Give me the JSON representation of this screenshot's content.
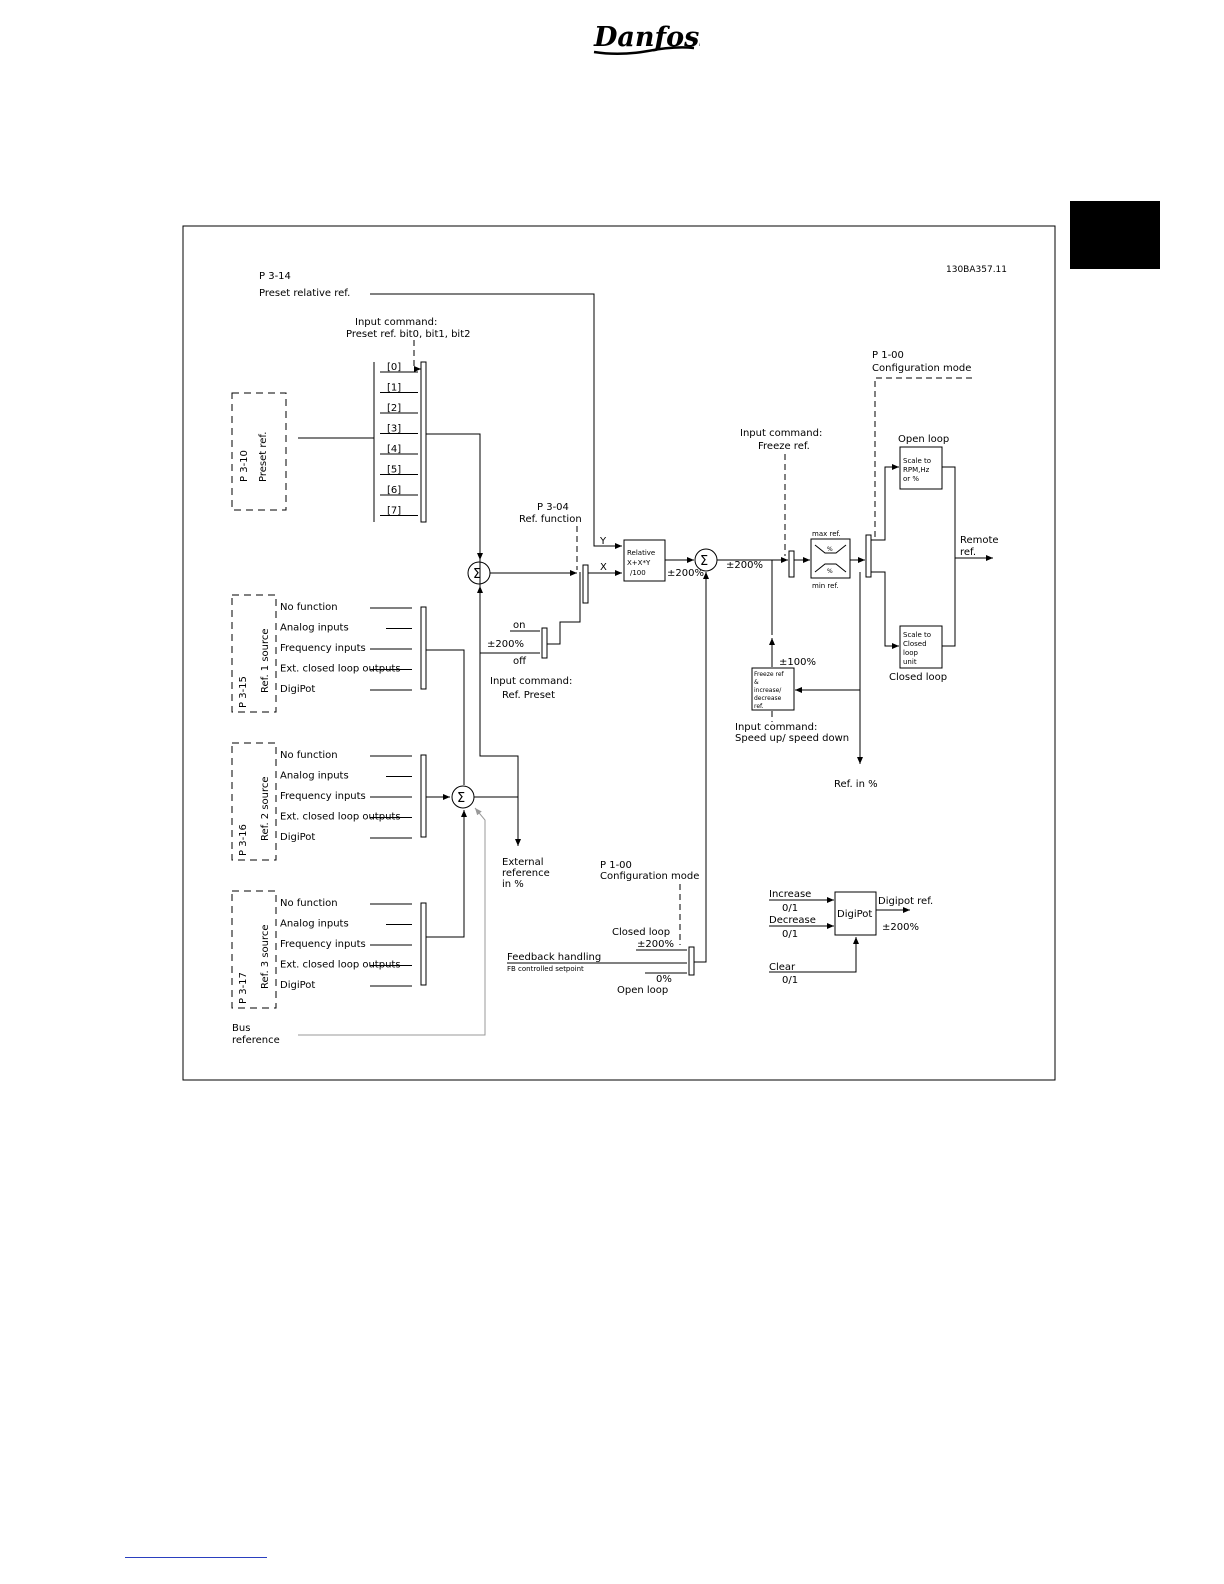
{
  "header": {
    "logo_text": "Danfoss",
    "figure_code": "130BA357.11"
  },
  "preset": {
    "relative_param": "P 3-14",
    "relative_label": "Preset relative ref.",
    "input_cmd_title": "Input command:",
    "input_cmd_bits": "Preset ref. bit0, bit1, bit2",
    "param": "P 3-10",
    "label": "Preset ref.",
    "slots": [
      "[0]",
      "[1]",
      "[2]",
      "[3]",
      "[4]",
      "[5]",
      "[6]",
      "[7]"
    ]
  },
  "sources": [
    {
      "param": "P 3-15",
      "label": "Ref. 1 source"
    },
    {
      "param": "P 3-16",
      "label": "Ref. 2 source"
    },
    {
      "param": "P 3-17",
      "label": "Ref. 3 source"
    }
  ],
  "source_options": [
    "No function",
    "Analog inputs",
    "Frequency inputs",
    "Ext. closed loop outputs",
    "DigiPot"
  ],
  "bus": {
    "line1": "Bus",
    "line2": "reference"
  },
  "ref_function": {
    "param": "P 3-04",
    "label": "Ref. function",
    "y": "Y",
    "x": "X"
  },
  "relative_box": {
    "line1": "Relative",
    "line2": "X+X*Y",
    "line3": "/100"
  },
  "preset_switch": {
    "on": "on",
    "off": "off",
    "limit": "±200%",
    "cmd_title": "Input command:",
    "cmd_label": "Ref. Preset"
  },
  "external_ref": {
    "line1": "External",
    "line2": "reference",
    "line3": "in %"
  },
  "sum_symbol": "Σ",
  "limits": {
    "after_relative": "±200%",
    "after_sum": "±200%"
  },
  "freeze": {
    "cmd_title": "Input command:",
    "cmd_label": "Freeze ref.",
    "box_lines": [
      "Freeze ref",
      "&",
      "increase/",
      "decrease",
      "ref."
    ],
    "limit": "±100%",
    "speed_title": "Input command:",
    "speed_label": "Speed up/ speed down"
  },
  "minmax": {
    "max": "max ref.",
    "min": "min ref.",
    "pct_top": "%",
    "pct_bottom": "%"
  },
  "config_mode": {
    "param": "P 1-00",
    "label": "Configuration mode"
  },
  "open_loop": {
    "label": "Open loop",
    "box_lines": [
      "Scale to",
      "RPM,Hz",
      "or %"
    ]
  },
  "closed_loop": {
    "label": "Closed loop",
    "box_lines": [
      "Scale to",
      "Closed",
      "loop",
      "unit"
    ]
  },
  "remote_ref": {
    "line1": "Remote",
    "line2": "ref."
  },
  "ref_pct": "Ref. in %",
  "feedback": {
    "param": "P 1-00",
    "mode": "Configuration mode",
    "closed_loop": "Closed loop",
    "limit": "±200%",
    "title": "Feedback handling",
    "subtitle": "FB controlled setpoint",
    "zero": "0%",
    "open_loop": "Open loop"
  },
  "digipot": {
    "box": "DigiPot",
    "increase": "Increase",
    "increase_val": "0/1",
    "decrease": "Decrease",
    "decrease_val": "0/1",
    "clear": "Clear",
    "clear_val": "0/1",
    "output": "Digipot ref.",
    "limit": "±200%"
  }
}
